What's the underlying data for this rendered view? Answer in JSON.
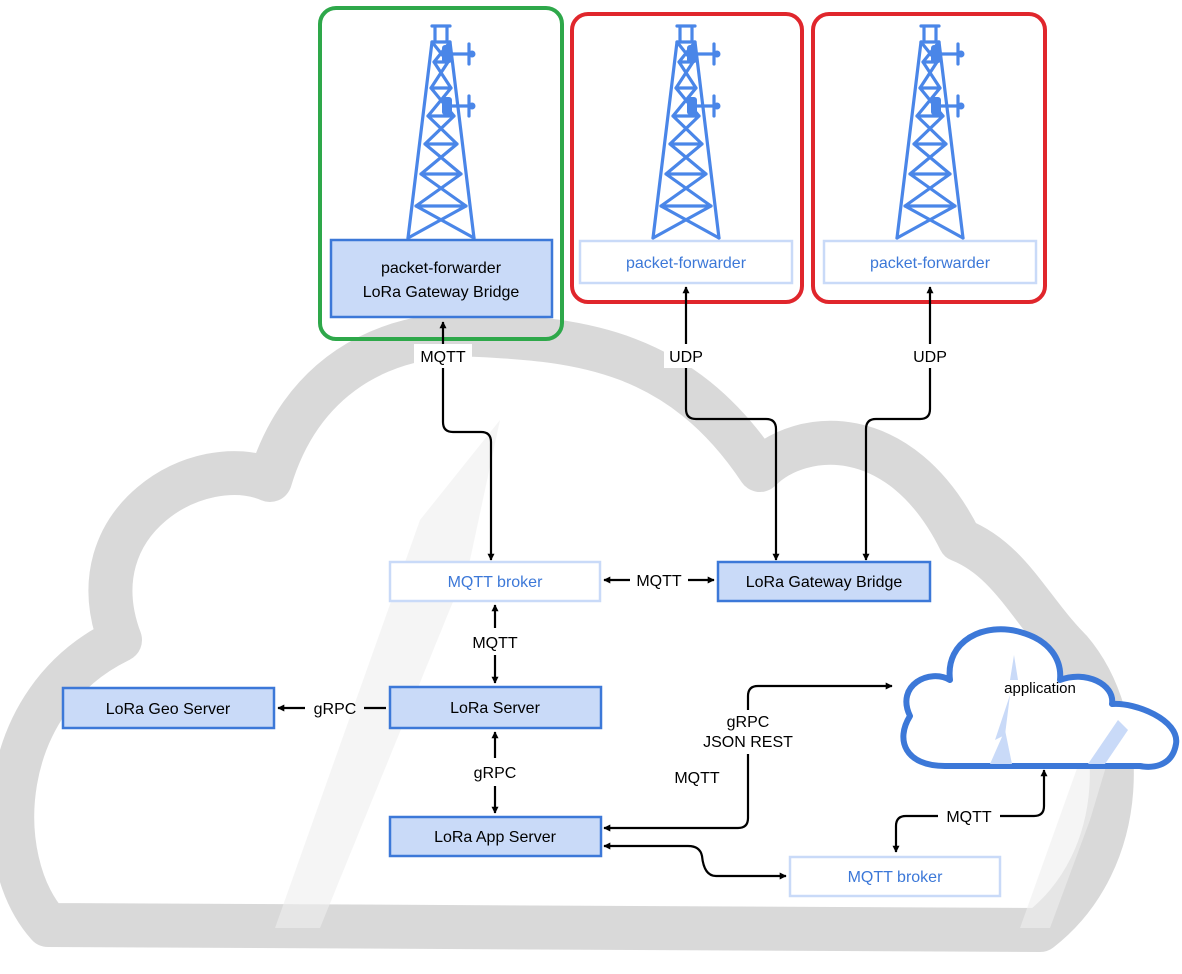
{
  "colors": {
    "blue": "#4a86e8",
    "box_fill": "#c9daf8",
    "box_border": "#3c78d8",
    "green_frame": "#2ea84a",
    "red_frame": "#e0262c",
    "cloud": "#d9d9d9",
    "line": "#000000"
  },
  "gateways": [
    {
      "frame": "green",
      "line1": "packet-forwarder",
      "line2": "LoRa Gateway Bridge",
      "link": "MQTT"
    },
    {
      "frame": "red",
      "line1": "packet-forwarder",
      "link": "UDP"
    },
    {
      "frame": "red",
      "line1": "packet-forwarder",
      "link": "UDP"
    }
  ],
  "nodes": {
    "mqtt_broker_top": "MQTT broker",
    "gateway_bridge": "LoRa Gateway Bridge",
    "lora_server": "LoRa Server",
    "geo_server": "LoRa Geo Server",
    "app_server": "LoRa App Server",
    "mqtt_broker_bottom": "MQTT broker",
    "application": "application"
  },
  "links": {
    "broker_bridge": "MQTT",
    "broker_server": "MQTT",
    "server_geo": "gRPC",
    "server_app": "gRPC",
    "app_application_1": "gRPC",
    "app_application_2": "JSON REST",
    "app_broker": "MQTT",
    "broker_application": "MQTT"
  },
  "icons": {
    "tower": "lattice-tower-icon",
    "cloud": "cloud-icon"
  }
}
